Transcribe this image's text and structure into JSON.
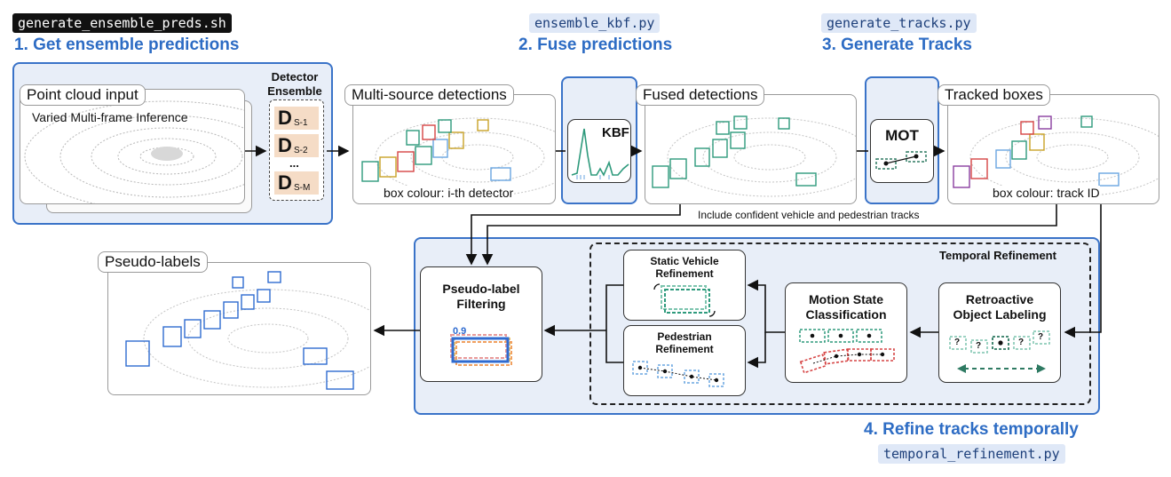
{
  "scripts": {
    "ensemble": "generate_ensemble_preds.sh",
    "fuse": "ensemble_kbf.py",
    "tracks": "generate_tracks.py",
    "refine": "temporal_refinement.py"
  },
  "stages": {
    "s1": "1. Get ensemble predictions",
    "s2": "2. Fuse predictions",
    "s3": "3. Generate Tracks",
    "s4": "4. Refine tracks temporally"
  },
  "labels": {
    "point_cloud_input": "Point cloud input",
    "varied_inference": "Varied Multi-frame Inference",
    "detector_ensemble_1": "Detector",
    "detector_ensemble_2": "Ensemble",
    "d_letter": "D",
    "d1_sub": "S-1",
    "d2_sub": "S-2",
    "dots": "...",
    "dm_sub": "S-M",
    "multi_source": "Multi-source detections",
    "box_colour_detector": "box colour: i-th detector",
    "kbf": "KBF",
    "fused": "Fused detections",
    "mot": "MOT",
    "tracked": "Tracked boxes",
    "box_colour_track": "box colour: track ID",
    "include_note": "Include confident vehicle and pedestrian tracks",
    "pseudo_labels": "Pseudo-labels",
    "temporal_refinement": "Temporal Refinement",
    "static_vehicle_1": "Static Vehicle",
    "static_vehicle_2": "Refinement",
    "pedestrian_1": "Pedestrian",
    "pedestrian_2": "Refinement",
    "motion_1": "Motion State",
    "motion_2": "Classification",
    "retro_1": "Retroactive",
    "retro_2": "Object Labeling",
    "filter_1": "Pseudo-label",
    "filter_2": "Filtering",
    "score": "0.9",
    "q": "?"
  },
  "colors": {
    "accent": "#3a73c8",
    "panel_bg": "#e8eef8",
    "detector_fill": "#f5dcc6",
    "teal": "#2e9a7c",
    "red": "#d64545",
    "light_blue": "#6aa6e0",
    "pseudo_blue": "#2f6bd0"
  }
}
